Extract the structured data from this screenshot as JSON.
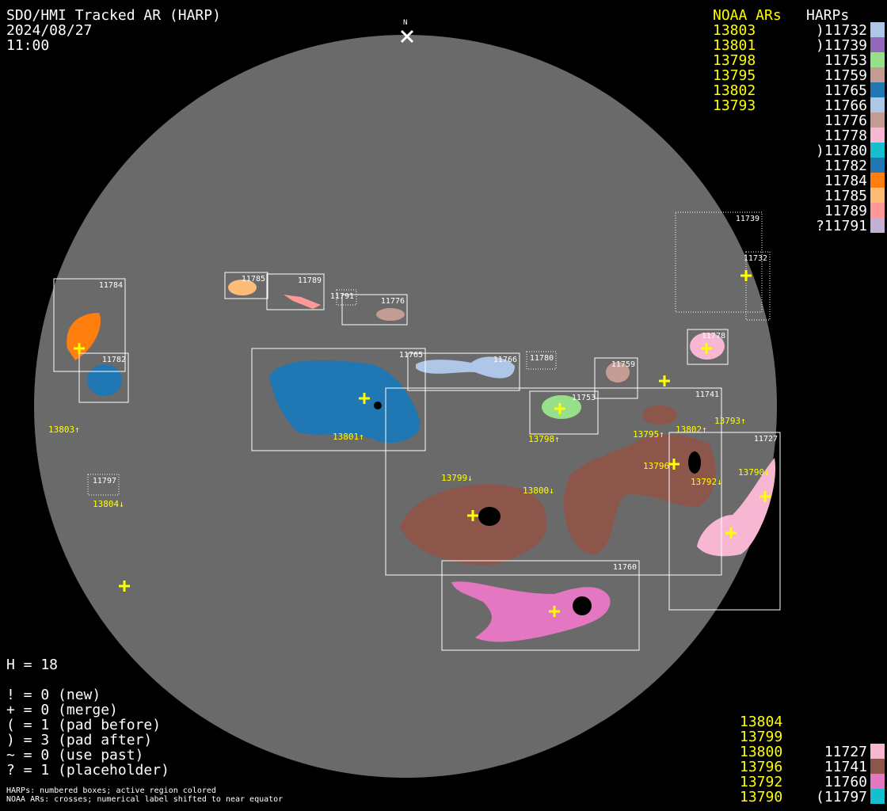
{
  "header": {
    "title": "SDO/HMI Tracked AR (HARP)",
    "date": "2024/08/27",
    "time": "11:00",
    "north": "N"
  },
  "legend_top": {
    "noaa_title": "NOAA ARs",
    "noaa": [
      "13803",
      "13801",
      "13798",
      "13795",
      "13802",
      "13793"
    ],
    "harps_title": "HARPs",
    "harps": [
      {
        "label": ")11732",
        "color": "#aec7e8"
      },
      {
        "label": ")11739",
        "color": "#9467bd"
      },
      {
        "label": "11753",
        "color": "#98df8a"
      },
      {
        "label": "11759",
        "color": "#c49c94"
      },
      {
        "label": "11765",
        "color": "#1f77b4"
      },
      {
        "label": "11766",
        "color": "#aec7e8"
      },
      {
        "label": "11776",
        "color": "#c49c94"
      },
      {
        "label": "11778",
        "color": "#f7b6d2"
      },
      {
        "label": ")11780",
        "color": "#17becf"
      },
      {
        "label": "11782",
        "color": "#1f77b4"
      },
      {
        "label": "11784",
        "color": "#ff7f0e"
      },
      {
        "label": "11785",
        "color": "#ffbb78"
      },
      {
        "label": "11789",
        "color": "#ff9896"
      },
      {
        "label": "?11791",
        "color": "#c5b0d5"
      }
    ]
  },
  "legend_bottom": {
    "noaa": [
      "13804",
      "13799",
      "13800",
      "13796",
      "13792",
      "13790"
    ],
    "harps": [
      {
        "label": "11727",
        "color": "#f7b6d2"
      },
      {
        "label": "11741",
        "color": "#8c564b"
      },
      {
        "label": "11760",
        "color": "#e377c2"
      },
      {
        "label": "(11797",
        "color": "#17becf"
      }
    ]
  },
  "stats": {
    "h": "H = 18",
    "lines": [
      "! = 0 (new)",
      "+ = 0 (merge)",
      "( = 1 (pad before)",
      ") = 3 (pad after)",
      "~ = 0 (use past)",
      "? = 1 (placeholder)"
    ],
    "note1": "HARPs: numbered boxes; active region colored",
    "note2": "NOAA ARs: crosses; numerical label shifted to near equator"
  },
  "boxes": [
    {
      "label": "11739",
      "dashed": true
    },
    {
      "label": "11732",
      "dashed": true
    },
    {
      "label": "11784"
    },
    {
      "label": "11785"
    },
    {
      "label": "11789"
    },
    {
      "label": "11791",
      "dashed": true
    },
    {
      "label": "11776"
    },
    {
      "label": "11782"
    },
    {
      "label": "11765"
    },
    {
      "label": "11766"
    },
    {
      "label": "11780",
      "dashed": true
    },
    {
      "label": "11759"
    },
    {
      "label": "11778"
    },
    {
      "label": "11741"
    },
    {
      "label": "11753"
    },
    {
      "label": "11727"
    },
    {
      "label": "11760"
    },
    {
      "label": "11797",
      "dashed": true
    }
  ],
  "noaa_labels": [
    "13803↑",
    "13801↑",
    "13798↑",
    "13795↑",
    "13802↑",
    "13793↑",
    "13796",
    "13792↓",
    "13790↓",
    "13799↓",
    "13800↓",
    "13804↓"
  ]
}
